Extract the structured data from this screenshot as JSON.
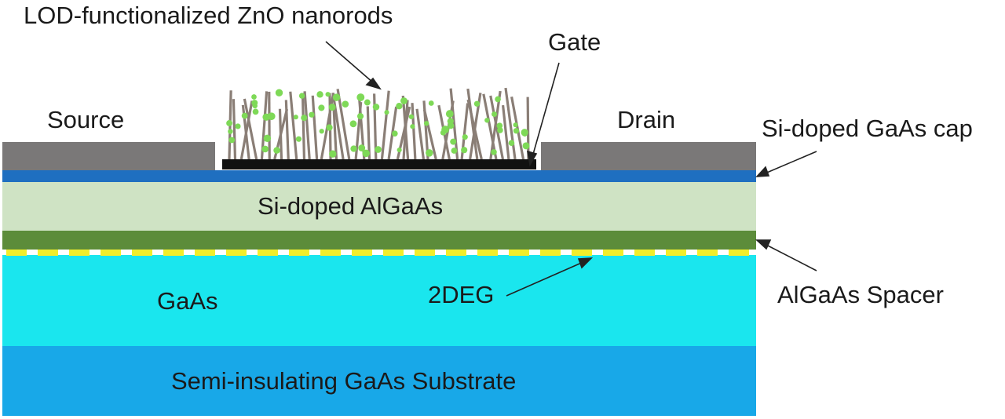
{
  "labels": {
    "nanorods": "LOD-functionalized ZnO nanorods",
    "gate": "Gate",
    "source": "Source",
    "drain": "Drain",
    "cap": "Si-doped GaAs cap",
    "algaas": "Si-doped AlGaAs",
    "spacer": "AlGaAs Spacer",
    "gaas": "GaAs",
    "twodeg": "2DEG",
    "substrate": "Semi-insulating GaAs Substrate"
  },
  "colors": {
    "contact": "#7a7878",
    "cap": "#1f6fc0",
    "algaas": "#cfe3c4",
    "spacer": "#5c8c3a",
    "gaas": "#1ae6ee",
    "twodeg": "#f2ee2a",
    "substrate": "#18a8e8",
    "gate": "#111111",
    "rod": "#8a7e76",
    "particle": "#7ed957"
  }
}
